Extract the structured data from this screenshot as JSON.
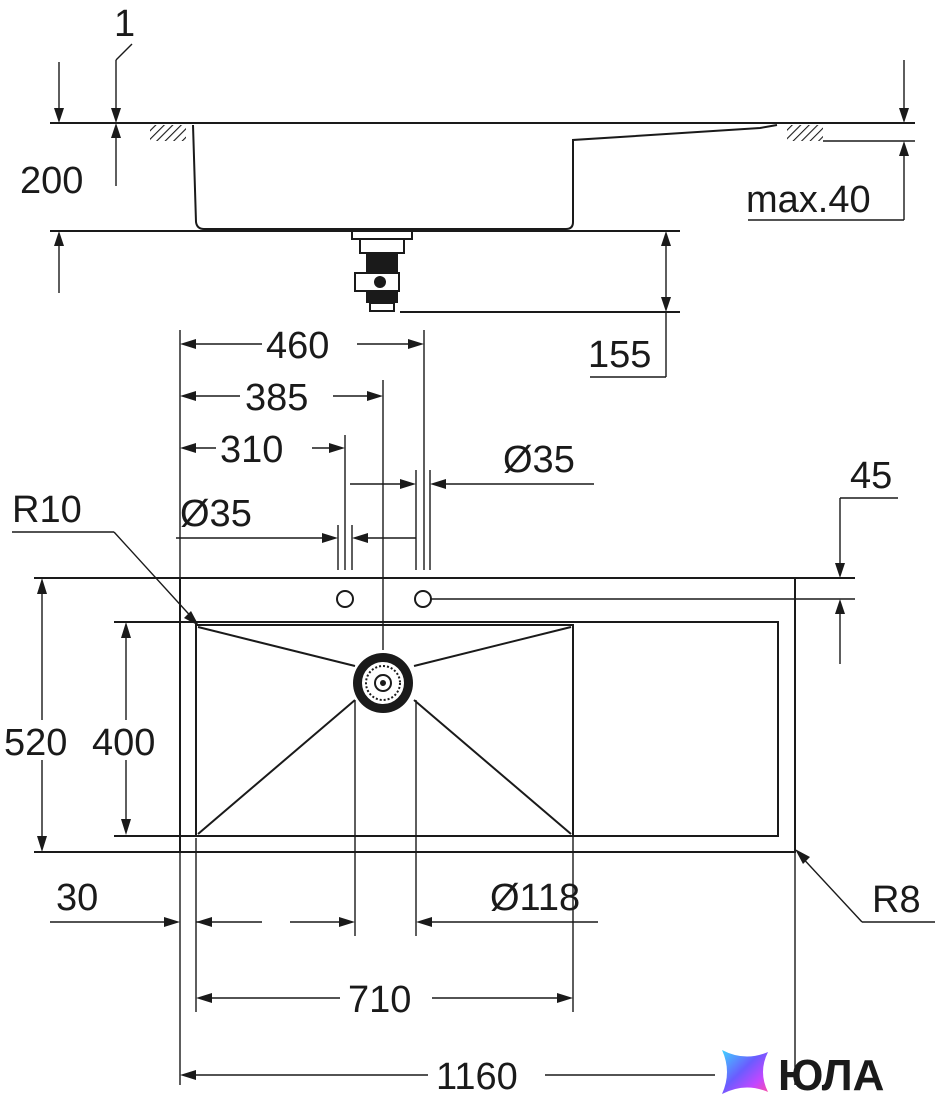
{
  "dimensions": {
    "d_1": "1",
    "d_200": "200",
    "d_max40": "max.40",
    "d_155": "155",
    "d_460": "460",
    "d_385": "385",
    "d_310": "310",
    "d_dia35_right": "Ø35",
    "d_dia35_left": "Ø35",
    "d_45": "45",
    "d_r10": "R10",
    "d_520": "520",
    "d_400": "400",
    "d_30": "30",
    "d_dia118": "Ø118",
    "d_r8": "R8",
    "d_710": "710",
    "d_1160": "1160"
  },
  "logo": {
    "text": "ЮЛА",
    "colors": [
      "#3fd3ff",
      "#6a5cff",
      "#c247ff",
      "#ff4fa3"
    ]
  }
}
